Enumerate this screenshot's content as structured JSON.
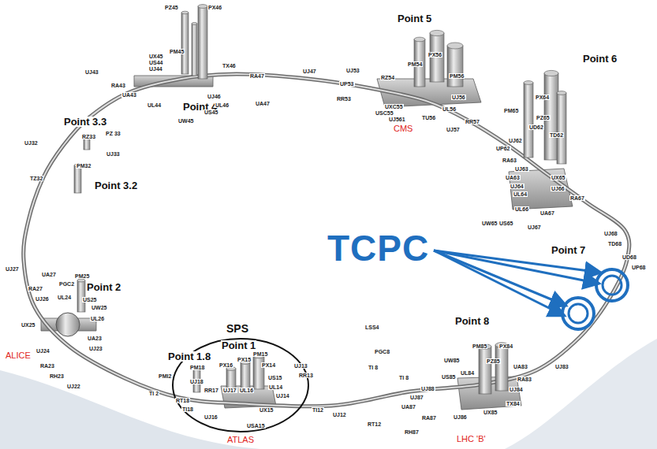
{
  "diagram": {
    "nodes": [
      {
        "text": [
          "SPS"
        ]
      }
    ],
    "labels": [
      "Point 5",
      "Point 6",
      "Point 4",
      "Point 3.3",
      "Point 3.2",
      "Point 2",
      "Point 1.8",
      "Point 1",
      "Point 7",
      "Point 8",
      "CMS",
      "ALICE",
      "ATLAS",
      "LHC 'B'",
      "TCPC",
      "PZ45",
      "PX46",
      "PM45",
      "UX45",
      "US44",
      "UJ44",
      "TX46",
      "RA47",
      "UJ47",
      "UJ46",
      "UL46",
      "US45",
      "UW45",
      "UA47",
      "UA43",
      "UL44",
      "RA43",
      "UJ43",
      "UJ53",
      "UP53",
      "RZ54",
      "PX56",
      "PM54",
      "PM56",
      "RR53",
      "UJ56",
      "UXC55",
      "USC55",
      "UJ561",
      "TU56",
      "UL56",
      "RR57",
      "UJ57",
      "PX64",
      "PM65",
      "PZ65",
      "UD62",
      "TD62",
      "UJ62",
      "UP62",
      "RA63",
      "UJ63",
      "UA63",
      "UX65",
      "UJ66",
      "UJ64",
      "UL64",
      "UL66",
      "RA67",
      "UA67",
      "UW65",
      "US65",
      "UJ67",
      "UJ68",
      "TD68",
      "UD68",
      "UP68",
      "RZ33",
      "PZ 33",
      "UJ33",
      "UJ32",
      "PM32",
      "TZ32",
      "UJ27",
      "UA27",
      "PGC2",
      "RA27",
      "UJ26",
      "PM25",
      "US25",
      "UW25",
      "UL24",
      "UX25",
      "UL26",
      "UA23",
      "UJ23",
      "UJ24",
      "RA23",
      "RH23",
      "UJ22",
      "PM18",
      "PX16",
      "PX15",
      "PM15",
      "PX14",
      "UJ18",
      "RR17",
      "UJ17",
      "UL16",
      "US15",
      "UL14",
      "UJ14",
      "UJ13",
      "RR13",
      "UJ16",
      "TI18",
      "RT18",
      "PMI2",
      "TI 2",
      "UX15",
      "USA15",
      "TI12",
      "UJ12",
      "RT12",
      "LSS4",
      "PGC8",
      "TI 8",
      "TI 8",
      "PM85",
      "PX84",
      "PZ85",
      "UW85",
      "UA83",
      "US85",
      "UL84",
      "UJ88",
      "UJ87",
      "UJ84",
      "RA83",
      "UA87",
      "RA87",
      "RH87",
      "UJ86",
      "UX85",
      "TX84",
      "UJ83"
    ]
  }
}
